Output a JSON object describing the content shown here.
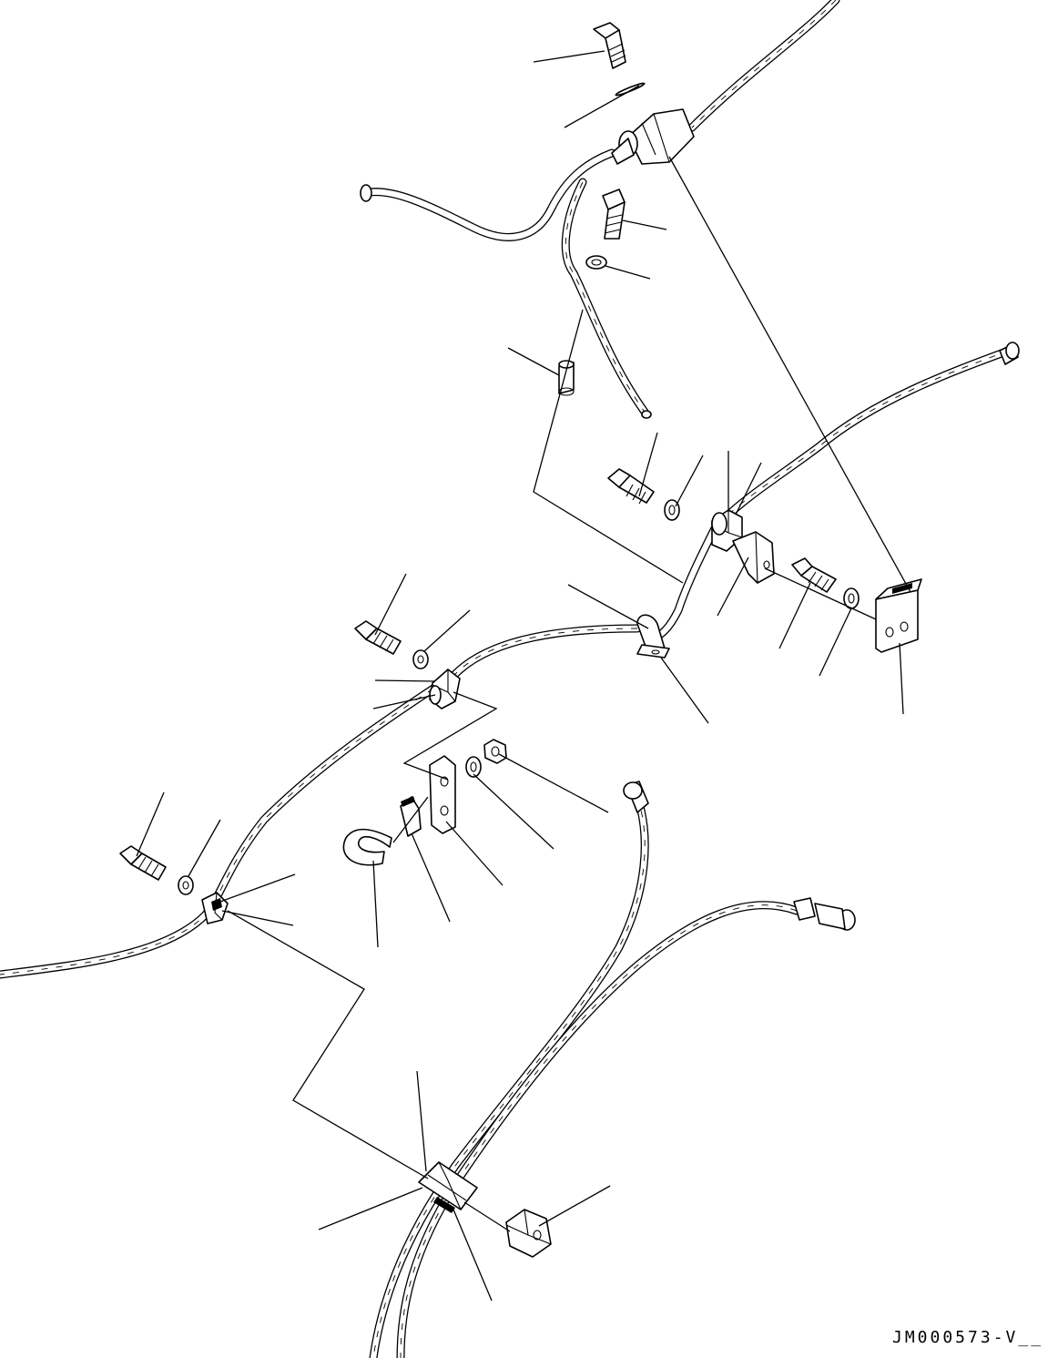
{
  "diagram": {
    "type": "exploded-parts-diagram",
    "drawing_code": "JM000573-V__",
    "parts": [
      {
        "name": "bolt",
        "icon": "bolt-icon"
      },
      {
        "name": "washer",
        "icon": "washer-icon"
      },
      {
        "name": "hose-fitting",
        "icon": "fitting-icon"
      },
      {
        "name": "spacer-sleeve",
        "icon": "sleeve-icon"
      },
      {
        "name": "hose-clamp",
        "icon": "clamp-icon"
      },
      {
        "name": "clamp-bracket",
        "icon": "bracket-icon"
      },
      {
        "name": "mounting-plate",
        "icon": "plate-icon"
      },
      {
        "name": "u-bolt",
        "icon": "u-bolt-icon"
      },
      {
        "name": "nut",
        "icon": "nut-icon"
      },
      {
        "name": "block-clamp",
        "icon": "block-icon"
      }
    ],
    "colors": {
      "line": "#000000",
      "background": "#ffffff"
    }
  }
}
